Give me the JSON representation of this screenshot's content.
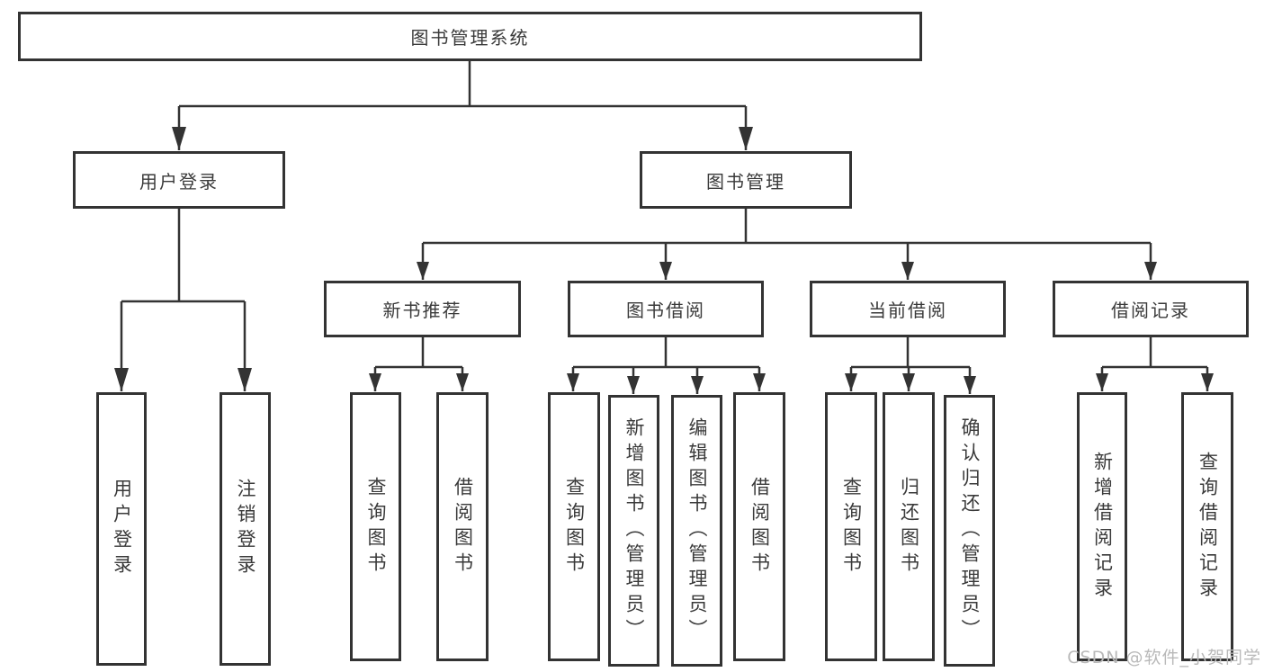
{
  "diagram": {
    "root": {
      "label": "图书管理系统"
    },
    "branches": [
      {
        "label": "用户登录",
        "children": [
          {
            "label": "用户登录"
          },
          {
            "label": "注销登录"
          }
        ]
      },
      {
        "label": "图书管理",
        "children": [
          {
            "label": "新书推荐",
            "children": [
              {
                "label": "查询图书"
              },
              {
                "label": "借阅图书"
              }
            ]
          },
          {
            "label": "图书借阅",
            "children": [
              {
                "label": "查询图书"
              },
              {
                "label": "新增图书（管理员）"
              },
              {
                "label": "编辑图书（管理员）"
              },
              {
                "label": "借阅图书"
              }
            ]
          },
          {
            "label": "当前借阅",
            "children": [
              {
                "label": "查询图书"
              },
              {
                "label": "归还图书"
              },
              {
                "label": "确认归还（管理员）"
              }
            ]
          },
          {
            "label": "借阅记录",
            "children": [
              {
                "label": "新增借阅记录"
              },
              {
                "label": "查询借阅记录"
              }
            ]
          }
        ]
      }
    ]
  },
  "watermark": {
    "text": "CSDN @软件_小贺同学"
  },
  "colors": {
    "line": "#333333",
    "text": "#3a3a3a",
    "watermark": "#b9b9b9",
    "background": "#ffffff"
  }
}
